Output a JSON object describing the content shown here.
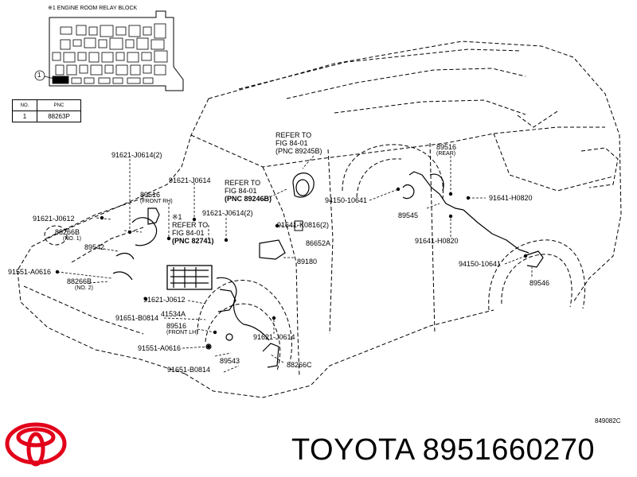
{
  "relay_block_title": "※1 ENGINE ROOM RELAY BLOCK",
  "callout_number": "1",
  "pnc_table": {
    "headers": [
      "NO.",
      "PNC"
    ],
    "rows": [
      [
        "1",
        "88263P"
      ]
    ]
  },
  "refer_notes": [
    {
      "line1": "REFER TO",
      "line2": "FIG 84-01",
      "line3": "(PNC 89245B)"
    },
    {
      "line1": "REFER TO",
      "line2": "FIG 84-01",
      "line3": "(PNC 89246B)"
    },
    {
      "line1": "※1",
      "line2": "REFER TO",
      "line3": "FIG 84-01",
      "line4": "(PNC 82741)"
    }
  ],
  "part_labels": {
    "p89516_front_rh": "89516",
    "p89516_front_rh_sub": "(FRONT RH)",
    "p89516_rear": "89516",
    "p89516_rear_sub": "(REAR)",
    "p89516_front_lh": "89516",
    "p89516_front_lh_sub": "(FRONT LH)",
    "p88266b_1": "88266B",
    "p88266b_1_sub": "(NO. 1)",
    "p88266b_2": "88266B",
    "p88266b_2_sub": "(NO. 2)",
    "p89542": "89542",
    "p89543": "89543",
    "p89545": "89545",
    "p89546": "89546",
    "p86652a": "86652A",
    "p89180": "89180",
    "p41534a": "41534A",
    "p88266c": "88266C",
    "p91621_j0614_2_a": "91621-J0614(2)",
    "p91621_j0614_a": "91621-J0614",
    "p91621_j0612_a": "91621-J0612",
    "p91621_j0614_2_b": "91621-J0614(2)",
    "p91551_a0616_a": "91551-A0616",
    "p91621_j0612_b": "91621-J0612",
    "p91651_b0814_a": "91651-B0814",
    "p91551_a0616_b": "91551-A0616",
    "p91651_b0814_b": "91651-B0814",
    "p91621_j0614_b": "91621-J0614",
    "p91641_k0816_2": "91641-K0816(2)",
    "p94150_10641_a": "94150-10641",
    "p94150_10641_b": "94150-10641",
    "p91641_h0820_a": "91641-H0820",
    "p91641_h0820_b": "91641-H0820"
  },
  "drawing_code": "849082C",
  "brand": {
    "name": "TOYOTA",
    "part_number": "8951660270",
    "logo_color": "#e2001a"
  },
  "line_color": "#000000"
}
